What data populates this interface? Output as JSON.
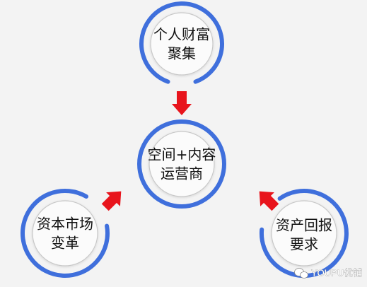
{
  "nodes": {
    "top": {
      "line1": "个人财富",
      "line2": "聚集"
    },
    "center": {
      "line1": "空间+内容",
      "line2": "运营商"
    },
    "left": {
      "line1": "资本市场",
      "line2": "变革"
    },
    "right": {
      "line1": "资产回报",
      "line2": "要求"
    }
  },
  "watermark": {
    "text": "YOUPU优铺",
    "icon": "wechat-icon"
  },
  "colors": {
    "ring": "#3f6fdc",
    "arrow": "#e8141c",
    "background": "#f3f3f3"
  }
}
